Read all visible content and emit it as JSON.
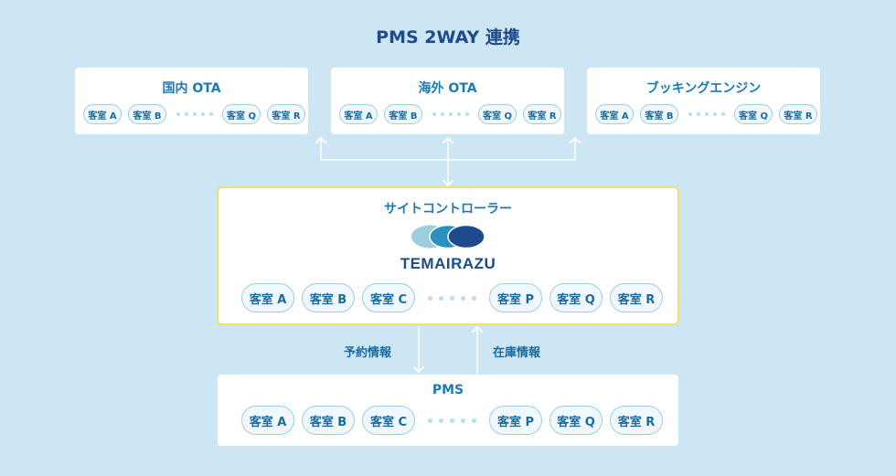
{
  "title": "PMS 2WAY 連携",
  "ota_boxes": [
    {
      "title": "国内 OTA",
      "rooms": [
        "客室 A",
        "客室 B",
        "客室 Q",
        "客室 R"
      ]
    },
    {
      "title": "海外 OTA",
      "rooms": [
        "客室 A",
        "客室 B",
        "客室 Q",
        "客室 R"
      ]
    },
    {
      "title": "ブッキングエンジン",
      "rooms": [
        "客室 A",
        "客室 B",
        "客室 Q",
        "客室 R"
      ]
    }
  ],
  "site_controller": {
    "title": "サイトコントローラー",
    "logo_text": "TEMAIRAZU",
    "rooms_left": [
      "客室 A",
      "客室 B",
      "客室 C"
    ],
    "rooms_right": [
      "客室 P",
      "客室 Q",
      "客室 R"
    ]
  },
  "labels": {
    "reservation": "予約情報",
    "inventory": "在庫情報"
  },
  "pms": {
    "title": "PMS",
    "rooms_left": [
      "客室 A",
      "客室 B",
      "客室 C"
    ],
    "rooms_right": [
      "客室 P",
      "客室 Q",
      "客室 R"
    ]
  },
  "colors": {
    "background": "#cce6f4",
    "title": "#1d4a8c",
    "accent": "#1a7bb5",
    "highlight_border": "#f5df6e",
    "logo_circle_1": "#9fcde0",
    "logo_circle_2": "#2a8fc1",
    "logo_circle_3": "#1d4a8c"
  }
}
